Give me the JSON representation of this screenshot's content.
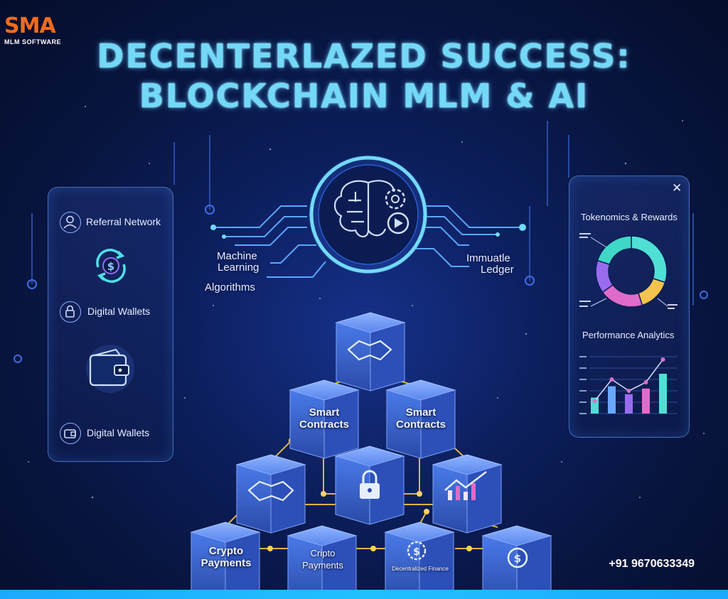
{
  "logo": {
    "mark": "SMA",
    "subtitle": "MLM SOFTWARE"
  },
  "title": {
    "line1": "DECENTERLAZED SUCCESS:",
    "line2": "BLOCKCHAIN MLM & AI"
  },
  "left_panel": {
    "items": [
      {
        "label": "Referral Network",
        "icon": "user-circle-icon"
      },
      {
        "label": "Digital Wallets",
        "icon": "lock-icon"
      },
      {
        "label": "Digital Wallets",
        "icon": "wallet-icon"
      }
    ]
  },
  "center": {
    "brain_labels": [
      "Machine Learning",
      "Algorithms",
      "Immuatle Ledger"
    ],
    "label_machine": "Machine",
    "label_learning": "Learning",
    "label_algorithms": "Algorithms",
    "label_immuatle": "Immuatle",
    "label_ledger": "Ledger"
  },
  "right_panel": {
    "close_symbol": "✕",
    "tokenomics_title": "Tokenomics & Rewards",
    "analytics_title": "Performance Analytics"
  },
  "cubes": {
    "smart_contracts_1": [
      "Smart",
      "Contracts"
    ],
    "smart_contracts_2": [
      "Smart",
      "Contracts"
    ],
    "crypto_payments_1": [
      "Crypto",
      "Payments"
    ],
    "crypto_payments_2": [
      "Cripto",
      "Payments"
    ],
    "decentralized": "Decentralized Finance"
  },
  "contact": {
    "phone": "+91 9670633349"
  },
  "colors": {
    "accent": "#73d9f7",
    "brand_orange": "#f26b1d",
    "cube_blue": "#3f64d6",
    "node_gold": "#f5c542"
  },
  "chart_data": [
    {
      "type": "pie",
      "title": "Tokenomics & Rewards",
      "values": [
        30,
        15,
        20,
        15,
        20
      ],
      "colors": [
        "#4ee0d5",
        "#f3c34d",
        "#e06bc8",
        "#9a6bef",
        "#3fd8c8"
      ]
    },
    {
      "type": "bar",
      "title": "Performance Analytics",
      "values": [
        28,
        48,
        34,
        44,
        70
      ],
      "line": [
        22,
        60,
        40,
        55,
        95
      ],
      "colors": [
        "#4ee0d5",
        "#6aa8ff",
        "#9a6bef",
        "#e06bc8",
        "#4ee0d5"
      ]
    }
  ]
}
